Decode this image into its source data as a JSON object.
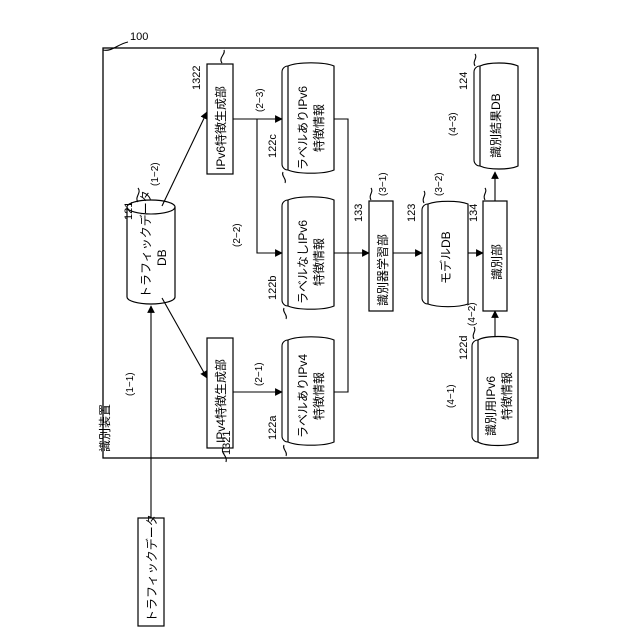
{
  "device": {
    "ref": "100",
    "title": "識別装置"
  },
  "input": {
    "label": "トラフィックデータ",
    "arrow_ref": "(1−1)"
  },
  "traffic_db": {
    "ref": "121",
    "line1": "トラフィックデータ",
    "line2": "DB",
    "arrow_ref": "(1−2)"
  },
  "ipv4_gen": {
    "ref": "1321",
    "label": "IPv4特徴生成部",
    "arrow_ref": "(2−1)"
  },
  "ipv6_gen": {
    "ref": "1322",
    "label": "IPv6特徴生成部",
    "arrow_ref": "(2−3)"
  },
  "unlabeled_arrow_ref": "(2−2)",
  "db_122a": {
    "ref": "122a",
    "line1": "ラベルありIPv4",
    "line2": "特徴情報"
  },
  "db_122b": {
    "ref": "122b",
    "line1": "ラベルなしIPv6",
    "line2": "特徴情報"
  },
  "db_122c": {
    "ref": "122c",
    "line1": "ラベルありIPv6",
    "line2": "特徴情報"
  },
  "learner": {
    "ref": "133",
    "label": "識別器学習部",
    "arrow_ref": "(3−1)"
  },
  "model_db": {
    "ref": "123",
    "label": "モデルDB",
    "arrow_ref": "(3−2)"
  },
  "identifier": {
    "ref": "134",
    "label": "識別部",
    "arrow_ref": "(4−2)"
  },
  "db_122d": {
    "ref": "122d",
    "line1": "識別用IPv6",
    "line2": "特徴情報",
    "arrow_ref": "(4−1)"
  },
  "result_db": {
    "ref": "124",
    "label": "識別結果DB",
    "arrow_ref": "(4−3)"
  }
}
